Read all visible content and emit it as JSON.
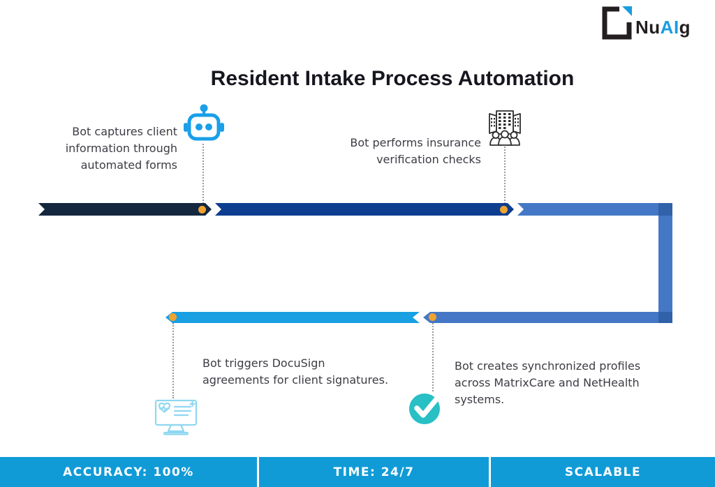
{
  "logo": {
    "prefix": "Nu",
    "accent": "AI",
    "suffix": "g"
  },
  "title": "Resident Intake Process Automation",
  "steps": [
    {
      "id": 1,
      "icon": "robot-icon",
      "text": "Bot captures client\ninformation through\nautomated forms"
    },
    {
      "id": 2,
      "icon": "insurance-building-icon",
      "text": "Bot performs insurance\nverification checks"
    },
    {
      "id": 3,
      "icon": "docusign-monitor-icon",
      "text": "Bot triggers DocuSign\nagreements for client signatures."
    },
    {
      "id": 4,
      "icon": "check-icon",
      "text": "Bot creates synchronized profiles\nacross MatrixCare and NetHealth\nsystems."
    }
  ],
  "footer": {
    "items": [
      {
        "label": "ACCURACY: 100%"
      },
      {
        "label": "TIME: 24/7"
      },
      {
        "label": "SCALABLE"
      }
    ]
  },
  "colors": {
    "accent": "#1a9de0",
    "navy": "#14273f",
    "royal": "#0d3d8f",
    "steel": "#4478c6",
    "steel_dark": "#3161a8",
    "cyan": "#18a0e2",
    "orange": "#f0a32f",
    "teal": "#28bfc5",
    "footer": "#109bd7",
    "ink": "#16161f",
    "body_text": "#3c3c44",
    "icon_light_blue": "#8fd7f1",
    "icon_dark": "#2e2e2e"
  }
}
